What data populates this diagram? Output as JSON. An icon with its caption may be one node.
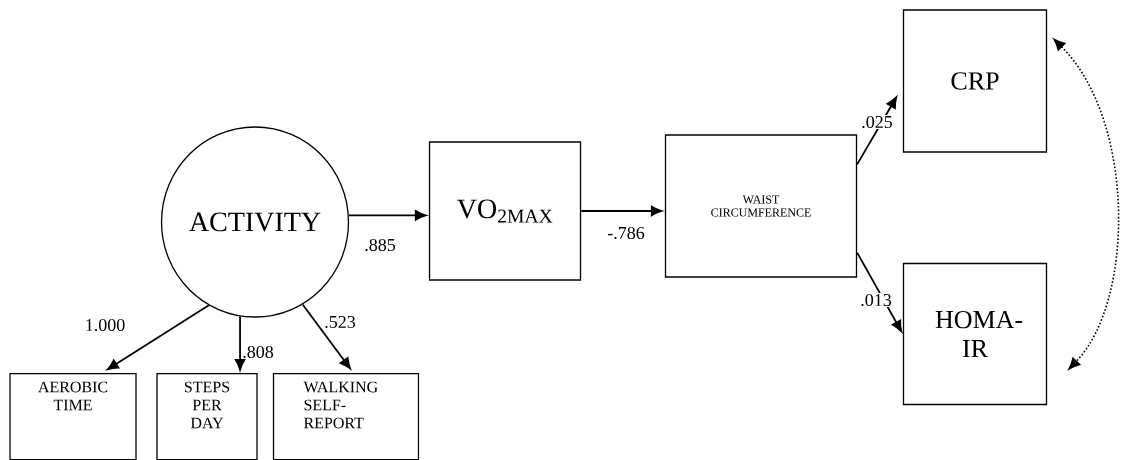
{
  "diagram": {
    "nodes": [
      {
        "text": [
          "ACTIVITY"
        ]
      },
      {
        "text": [
          "VO$_{2MAX}$"
        ]
      },
      {
        "text": [
          "WAIST CIRCUMFERENCE"
        ]
      },
      {
        "text": [
          "CRP"
        ]
      },
      {
        "text": [
          "HOMA-IR"
        ]
      },
      {
        "text": [
          "AEROBIC TIME"
        ]
      },
      {
        "text": [
          "STEPS PER DAY"
        ]
      },
      {
        "text": [
          "WALKING SELF-REPORT"
        ]
      }
    ],
    "edges": [
      {
        "from": 0,
        "to": 1,
        "arrow": "to",
        "label": ".885"
      },
      {
        "from": 1,
        "to": 2,
        "arrow": "to",
        "label": "-.786"
      },
      {
        "from": 2,
        "to": 3,
        "arrow": "to",
        "label": ".025"
      },
      {
        "from": 2,
        "to": 4,
        "arrow": "to",
        "label": ".013"
      },
      {
        "from": 0,
        "to": 5,
        "arrow": "to",
        "label": "1.000"
      },
      {
        "from": 0,
        "to": 6,
        "arrow": "to",
        "label": ".808"
      },
      {
        "from": 0,
        "to": 7,
        "arrow": "to",
        "label": ".523"
      },
      {
        "from": 3,
        "to": 4,
        "arrow": "both",
        "style": "dashed"
      }
    ]
  }
}
